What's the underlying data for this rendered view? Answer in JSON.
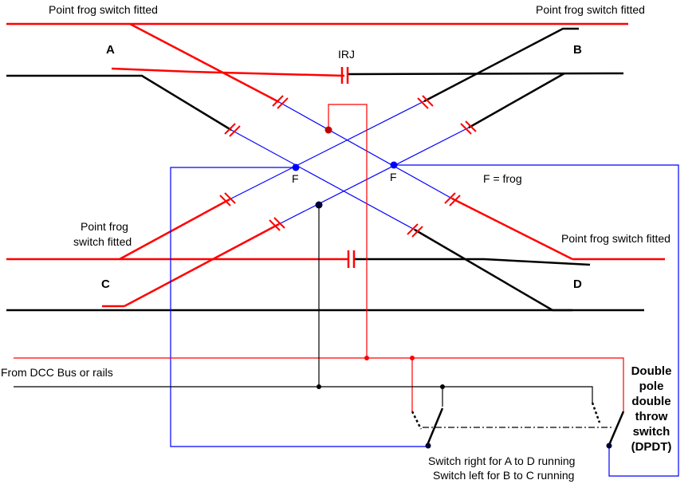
{
  "labels": {
    "frog_top_left": "Point frog switch fitted",
    "frog_top_right": "Point frog switch fitted",
    "frog_mid_left_line1": "Point frog",
    "frog_mid_left_line2": "switch fitted",
    "frog_mid_right": "Point frog switch fitted",
    "track_a": "A",
    "track_b": "B",
    "track_c": "C",
    "track_d": "D",
    "irj": "IRJ",
    "frog_left": "F",
    "frog_right": "F",
    "frog_legend": "F = frog",
    "dcc_source": "From DCC Bus or rails",
    "dpdt_line1": "Double",
    "dpdt_line2": "pole",
    "dpdt_line3": "double",
    "dpdt_line4": "throw",
    "dpdt_line5": "switch",
    "dpdt_line6": "(DPDT)",
    "switch_note_line1": "Switch right for A to D running",
    "switch_note_line2": "Switch left for B to C running"
  },
  "colors": {
    "rail_black": "#000000",
    "rail_red": "#ff0000",
    "frog_wire_blue": "#0000ff",
    "dot_blue": "#0000ff",
    "dot_red": "#c00000",
    "dot_black": "#000033"
  }
}
